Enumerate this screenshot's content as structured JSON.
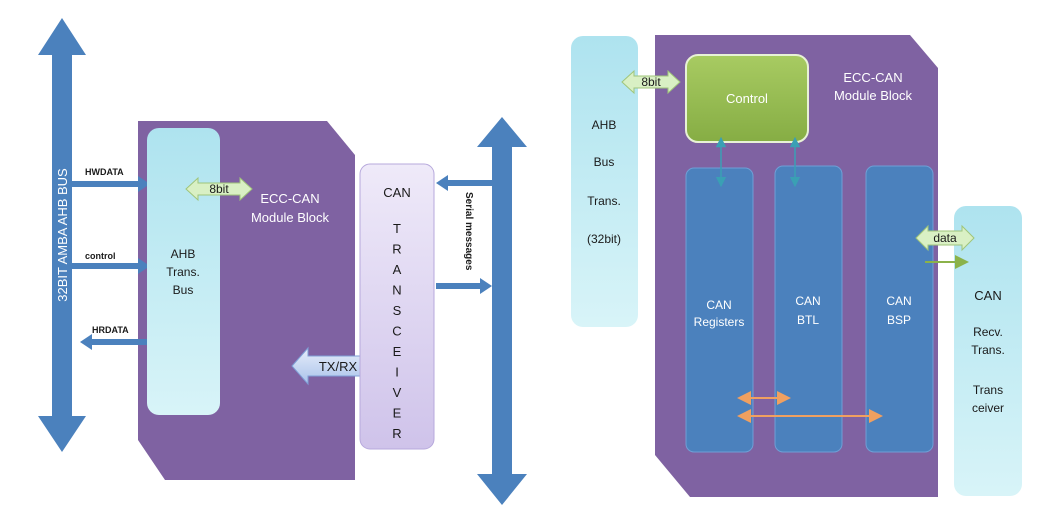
{
  "left_diagram": {
    "bus_label": "32BIT AMBA AHB BUS",
    "signals": {
      "hwdata": "HWDATA",
      "control": "control",
      "hrdata": "HRDATA"
    },
    "module_title_line1": "ECC-CAN",
    "module_title_line2": "Module Block",
    "ahb_box": {
      "line1": "AHB",
      "line2": "Trans.",
      "line3": "Bus"
    },
    "width_label": "8bit",
    "txrx_label": "TX/RX",
    "transceiver": {
      "top": "CAN",
      "letters": [
        "T",
        "R",
        "A",
        "N",
        "S",
        "C",
        "E",
        "I",
        "V",
        "E",
        "R"
      ]
    },
    "serial_label": "Serial messages"
  },
  "right_diagram": {
    "module_title_line1": "ECC-CAN",
    "module_title_line2": "Module Block",
    "ahb_box": {
      "line1": "AHB",
      "line2": "Bus",
      "line3": "Trans.",
      "line4": "(32bit)"
    },
    "width_label": "8bit",
    "control_label": "Control",
    "blocks": [
      {
        "line1": "CAN",
        "line2": "Registers"
      },
      {
        "line1": "CAN",
        "line2": "BTL"
      },
      {
        "line1": "CAN",
        "line2": "BSP"
      }
    ],
    "data_label": "data",
    "can_box": {
      "line1": "CAN",
      "line2": "Recv.",
      "line3": "Trans.",
      "line4": "Trans",
      "line5": "ceiver"
    }
  },
  "colors": {
    "module_purple": "#7f62a2",
    "bus_blue": "#4b81bd",
    "light_cyan": "#c7eef6",
    "control_green": "#94bd4f",
    "label_green": "#d9f0c4",
    "transceiver_lavender": "#d8cff0",
    "orange": "#f0a060"
  }
}
